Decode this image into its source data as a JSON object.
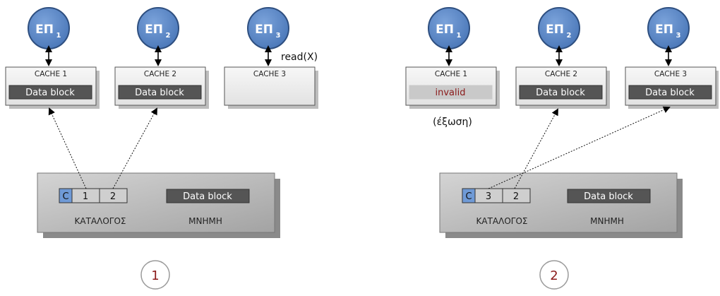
{
  "colors": {
    "node_fill": "#5b87c5",
    "node_stroke": "#2e4f80",
    "block_fill": "#555555",
    "invalid_fill": "#c9c9c9",
    "invalid_text": "#8b1a1a",
    "c_cell_fill": "#6f9ad6",
    "badge_text_1": "#8b1a1a",
    "badge_text_2": "#8b1a1a"
  },
  "panels": [
    {
      "nodes": [
        {
          "label": "ΕΠ",
          "sub": "1"
        },
        {
          "label": "ΕΠ",
          "sub": "2"
        },
        {
          "label": "ΕΠ",
          "sub": "3"
        }
      ],
      "request_label": "read(X)",
      "caches": [
        {
          "title": "CACHE 1",
          "block": "Data block",
          "state": "valid"
        },
        {
          "title": "CACHE 2",
          "block": "Data block",
          "state": "valid"
        },
        {
          "title": "CACHE 3",
          "block": "",
          "state": "empty"
        }
      ],
      "eviction_label": "",
      "directory": {
        "c_cell": "C",
        "cells": [
          "1",
          "2"
        ],
        "label": "ΚΑΤΑΛΟΓΟΣ"
      },
      "memory": {
        "block": "Data block",
        "label": "ΜΝΗΜΗ"
      },
      "badge": "1"
    },
    {
      "nodes": [
        {
          "label": "ΕΠ",
          "sub": "1"
        },
        {
          "label": "ΕΠ",
          "sub": "2"
        },
        {
          "label": "ΕΠ",
          "sub": "3"
        }
      ],
      "request_label": "",
      "caches": [
        {
          "title": "CACHE 1",
          "block": "invalid",
          "state": "invalid"
        },
        {
          "title": "CACHE 2",
          "block": "Data block",
          "state": "valid"
        },
        {
          "title": "CACHE 3",
          "block": "Data block",
          "state": "valid"
        }
      ],
      "eviction_label": "(έξωση)",
      "directory": {
        "c_cell": "C",
        "cells": [
          "3",
          "2"
        ],
        "label": "ΚΑΤΑΛΟΓΟΣ"
      },
      "memory": {
        "block": "Data block",
        "label": "ΜΝΗΜΗ"
      },
      "badge": "2"
    }
  ]
}
